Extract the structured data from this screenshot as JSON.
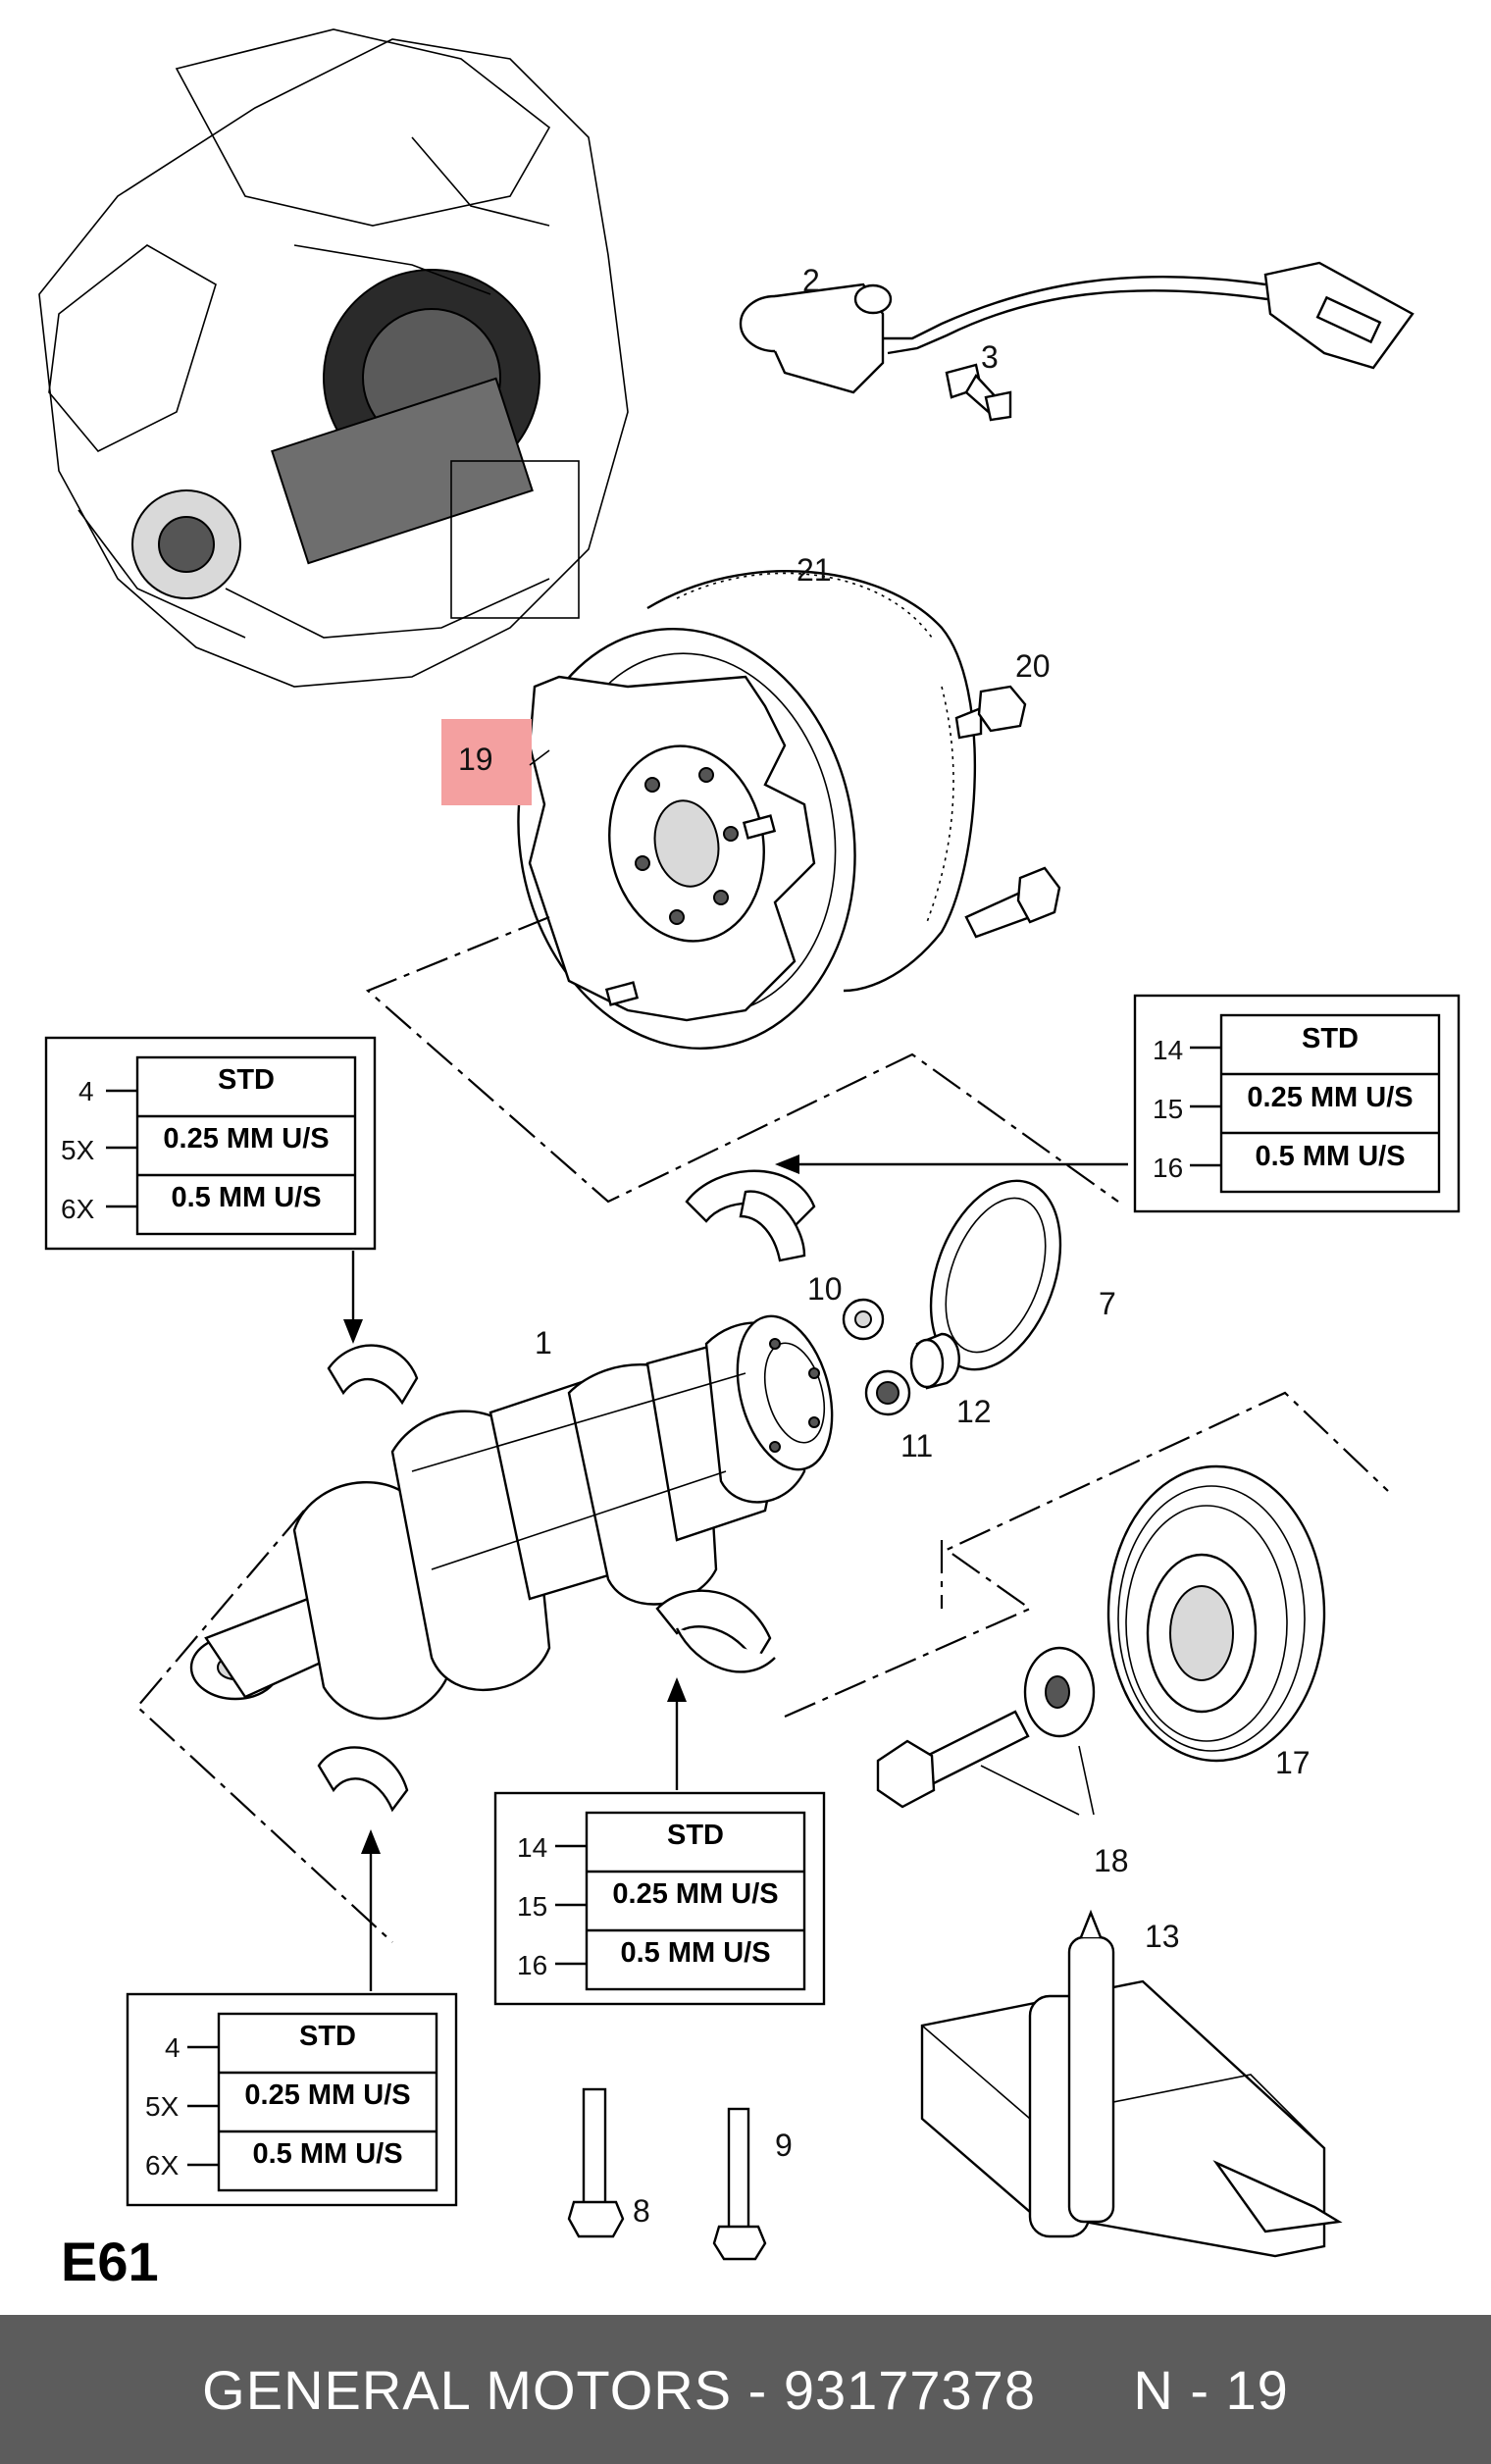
{
  "diagram": {
    "section_code": "E61",
    "callouts": {
      "c1": "1",
      "c2": "2",
      "c3": "3",
      "c7": "7",
      "c8": "8",
      "c9": "9",
      "c10": "10",
      "c11": "11",
      "c12": "12",
      "c13": "13",
      "c17": "17",
      "c18": "18",
      "c19": "19",
      "c20": "20",
      "c21": "21"
    },
    "highlight_color": "#f4a0a0",
    "tables": {
      "top_left": {
        "rows": [
          {
            "side": "4",
            "label": "STD"
          },
          {
            "side": "5X",
            "label": "0.25  MM U/S"
          },
          {
            "side": "6X",
            "label": "0.5  MM U/S"
          }
        ]
      },
      "top_right": {
        "rows": [
          {
            "side": "14",
            "label": "STD"
          },
          {
            "side": "15",
            "label": "0.25  MM U/S"
          },
          {
            "side": "16",
            "label": "0.5  MM U/S"
          }
        ]
      },
      "middle": {
        "rows": [
          {
            "side": "14",
            "label": "STD"
          },
          {
            "side": "15",
            "label": "0.25  MM U/S"
          },
          {
            "side": "16",
            "label": "0.5  MM U/S"
          }
        ]
      },
      "bottom_left": {
        "rows": [
          {
            "side": "4",
            "label": "STD"
          },
          {
            "side": "5X",
            "label": "0.25  MM U/S"
          },
          {
            "side": "6X",
            "label": "0.5  MM U/S"
          }
        ]
      }
    }
  },
  "footer": {
    "text": "GENERAL MOTORS - 93177378",
    "page": "N - 19",
    "background": "#5c5c5c"
  }
}
